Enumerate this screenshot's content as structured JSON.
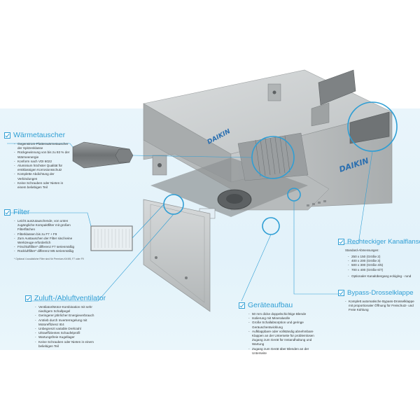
{
  "brand": {
    "logo": "DAIKIN"
  },
  "colors": {
    "accent": "#2f9ed4",
    "band": "#e4f3fa",
    "unit_body": "#c9cccd",
    "unit_dark": "#8e9192"
  },
  "sections": {
    "waermetauscher": {
      "title": "Wärmetauscher",
      "items": [
        "Gegenstrom-Plattenwärmetauscher der Spitzenklasse",
        "Rückgewinnung von bis zu 93 % der Wärmeenergie",
        "Konform nach VDI 6022",
        "Aluminium höchster Qualität für erstklassigen Korrosionsschutz",
        "Komplette Abdichtung der Verbindungen",
        "Keine Schrauben oder Nieten in einem beliebigen Teil"
      ]
    },
    "filter": {
      "title": "Filter",
      "items": [
        "Leicht auszutauschende, von unten zugängliche Kompaktfilter mit großen Filterflächen",
        "Filterklassen bis zu F7 + F9",
        "Zum Austauschen der Filter sind keine Werkzeuge erforderlich",
        "Frischluftfilter* differenz F7 serienmäßig",
        "Rückluftfilter* differenz M5 serienmäßig"
      ],
      "footnote": "* Optional 4 zusätzliche Filter sind für Premium-Kit M5, F7 oder F9"
    },
    "ventilator": {
      "title": "Zuluft-/Abluftventilator",
      "items": [
        "Ventilator/Motor-Kombination mit sehr niedrigem Schallpegel",
        "Geringerer jährlicher Energieverbrauch",
        "Antrieb durch Inverterregelung mit Motoreffizienz IE4",
        "Unbegrenzt variable Drehzahl",
        "Ultraeffizientes Schaufelprofil",
        "Wartungsfreie Kugellager",
        "Keine Schrauben oder Nieten in einem beliebigen Teil"
      ]
    },
    "geraeteaufbau": {
      "title": "Geräteaufbau",
      "items": [
        "50 mm dicke doppelschichtige Blende",
        "Isolierung mit Mineralwolle",
        "Große Schallabsorption und geringe Geräuschentwicklung",
        "Aufklappbare oder vollständig abnehmbare Klappen an der Unterseite für problemlosen Zugang zum Gerät für Instandhaltung und Wartung",
        "Zugang zum Gerät über Blenden an der Unterseite"
      ]
    },
    "kanalflansch": {
      "title": "Rechteckiger Kanalflansch",
      "subtitle": "Standard-Abmessungen:",
      "sizes": [
        "250 x 150 (Größe 2)",
        "400 x 200 (Größe 3)",
        "500 x 300 (Größe 4/5)",
        "700 x 400 (Größe 6/7)"
      ],
      "option": "Optionaler Kanalübergang eckig/eg - rund"
    },
    "bypass": {
      "title": "Bypass-Drosselklappe",
      "items": [
        "Komplett automatische Bypass-Drosselklappe mit proportionaler Öffnung für Freischutz- und Freie Kühlung"
      ]
    }
  }
}
